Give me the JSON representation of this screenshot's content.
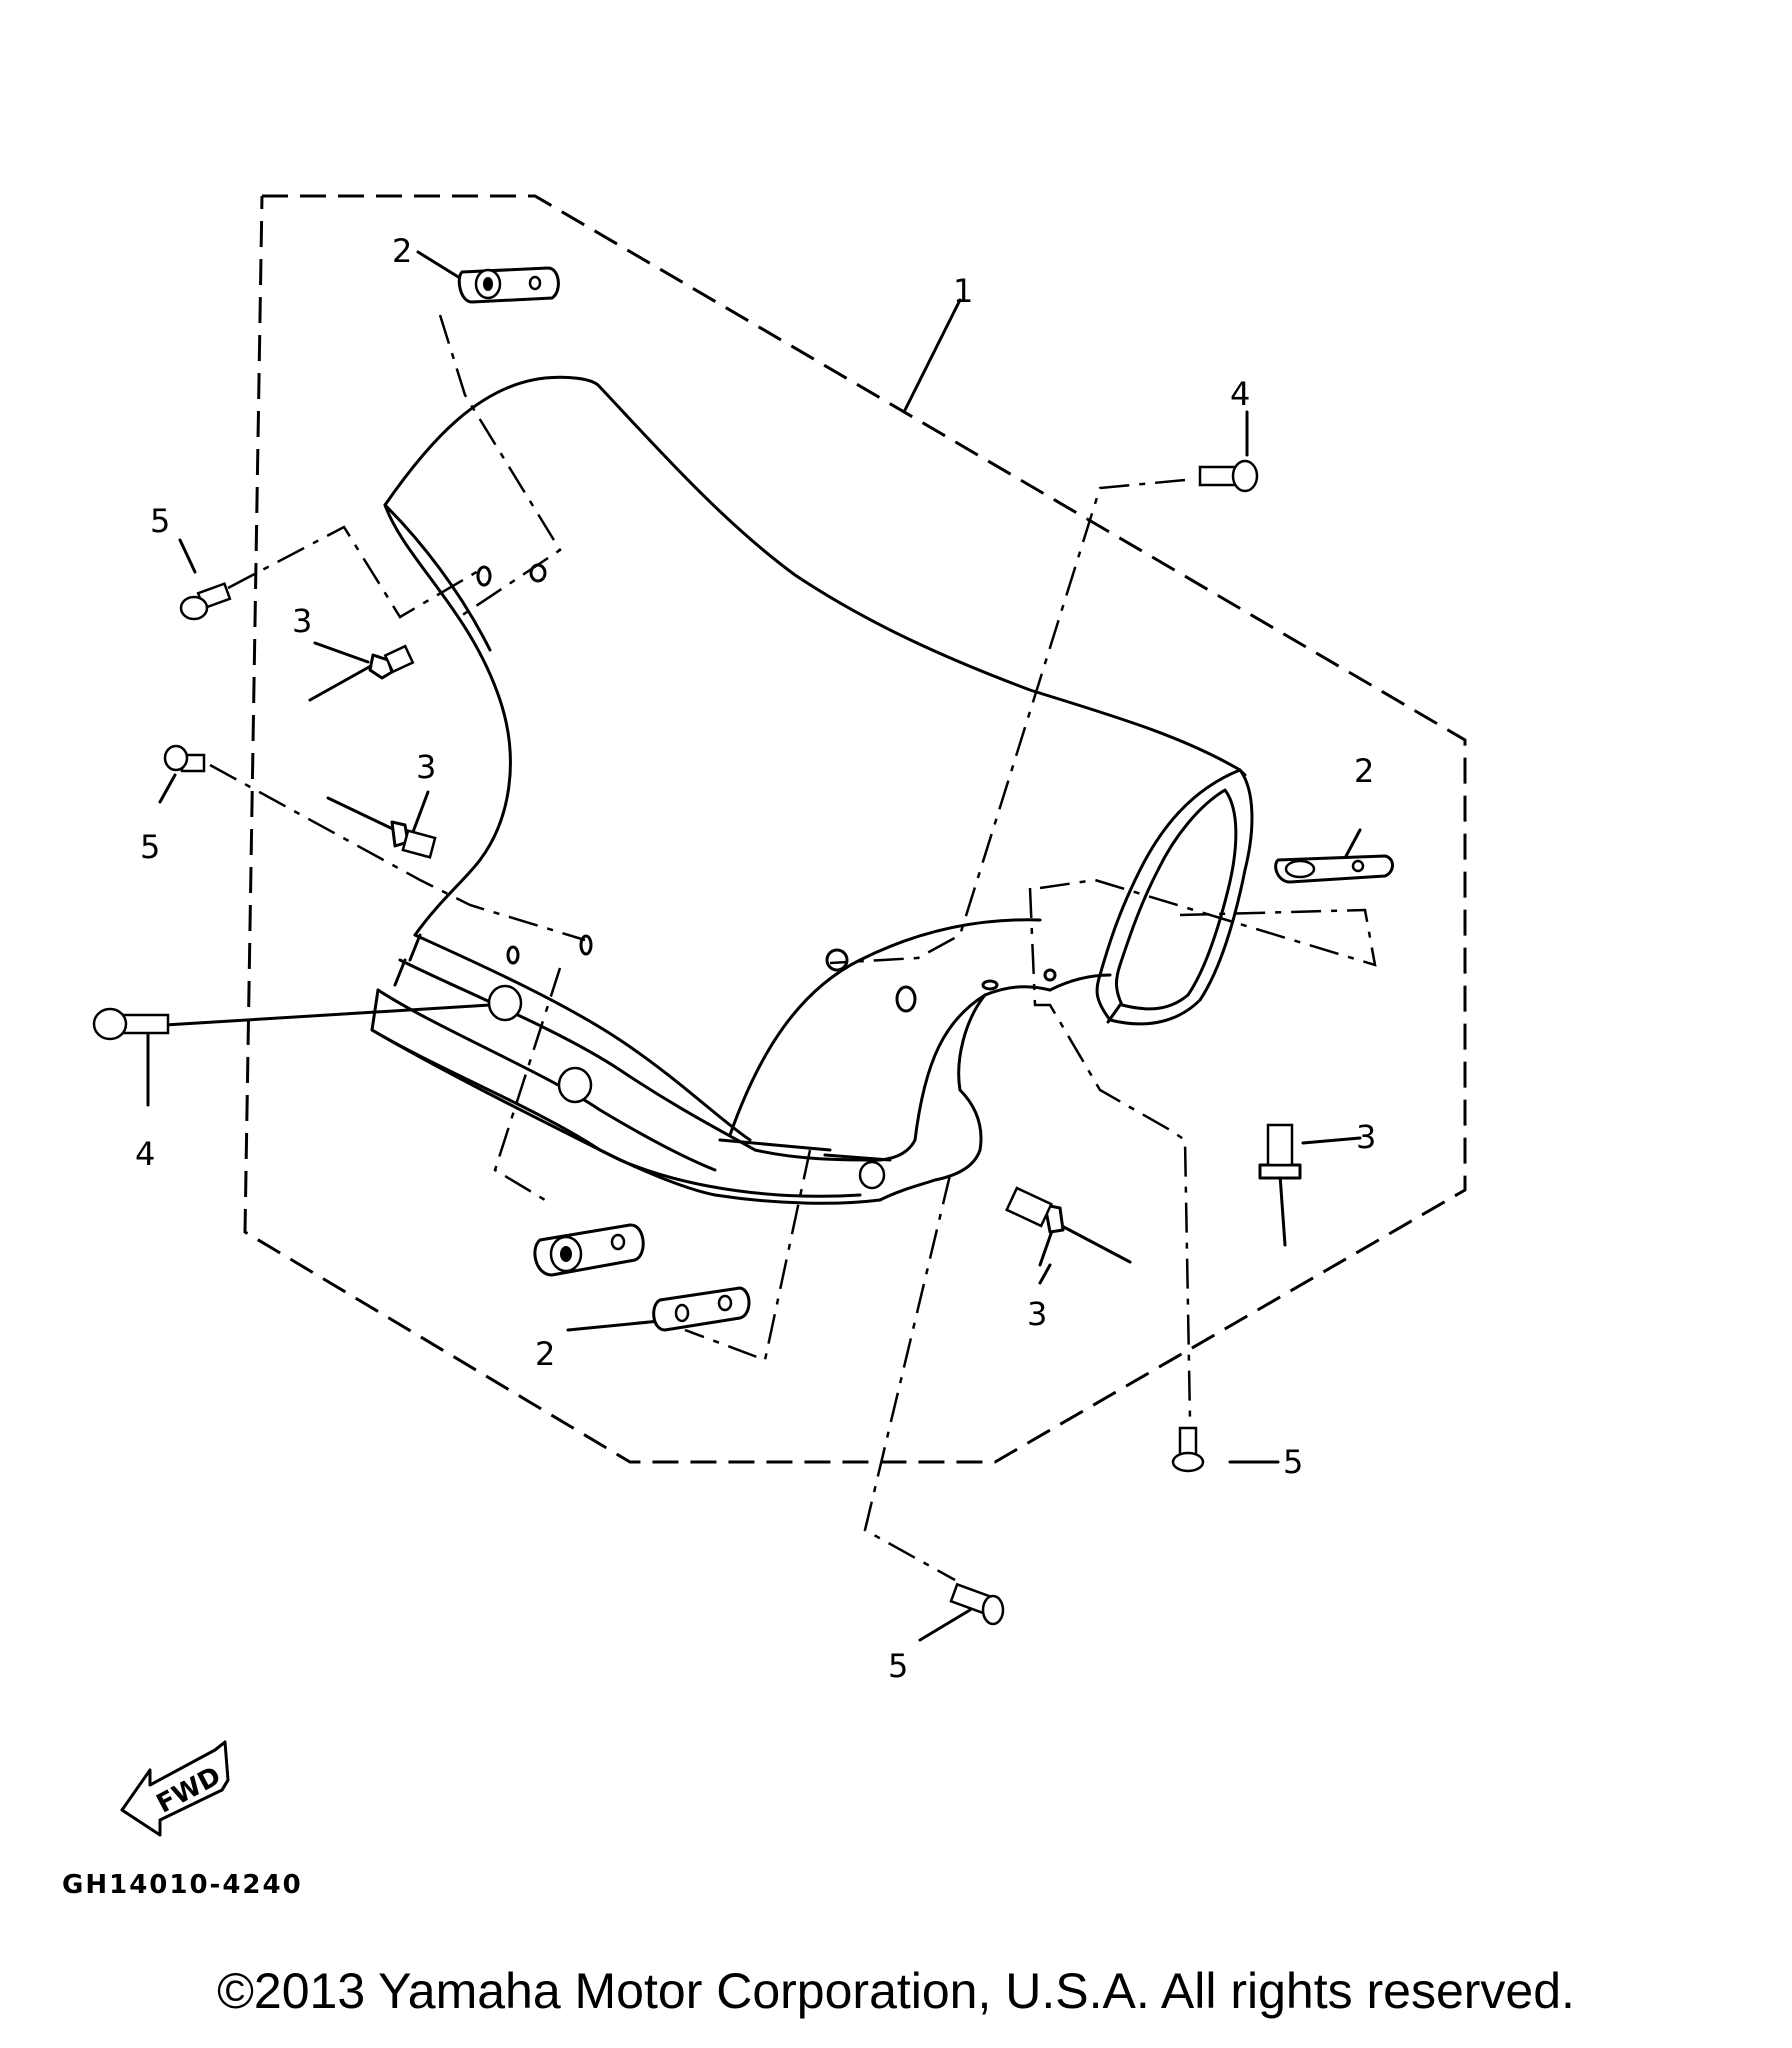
{
  "diagram": {
    "callouts": {
      "c1": "1",
      "c2a": "2",
      "c2b": "2",
      "c2c": "2",
      "c3a": "3",
      "c3b": "3",
      "c3c": "3",
      "c3d": "3",
      "c4a": "4",
      "c4b": "4",
      "c5a": "5",
      "c5b": "5",
      "c5c": "5",
      "c5d": "5"
    },
    "fwd_label": "FWD",
    "drawing_code": "GH14010-4240"
  },
  "footer": {
    "copyright": "©2013 Yamaha Motor Corporation, U.S.A. All rights reserved."
  }
}
